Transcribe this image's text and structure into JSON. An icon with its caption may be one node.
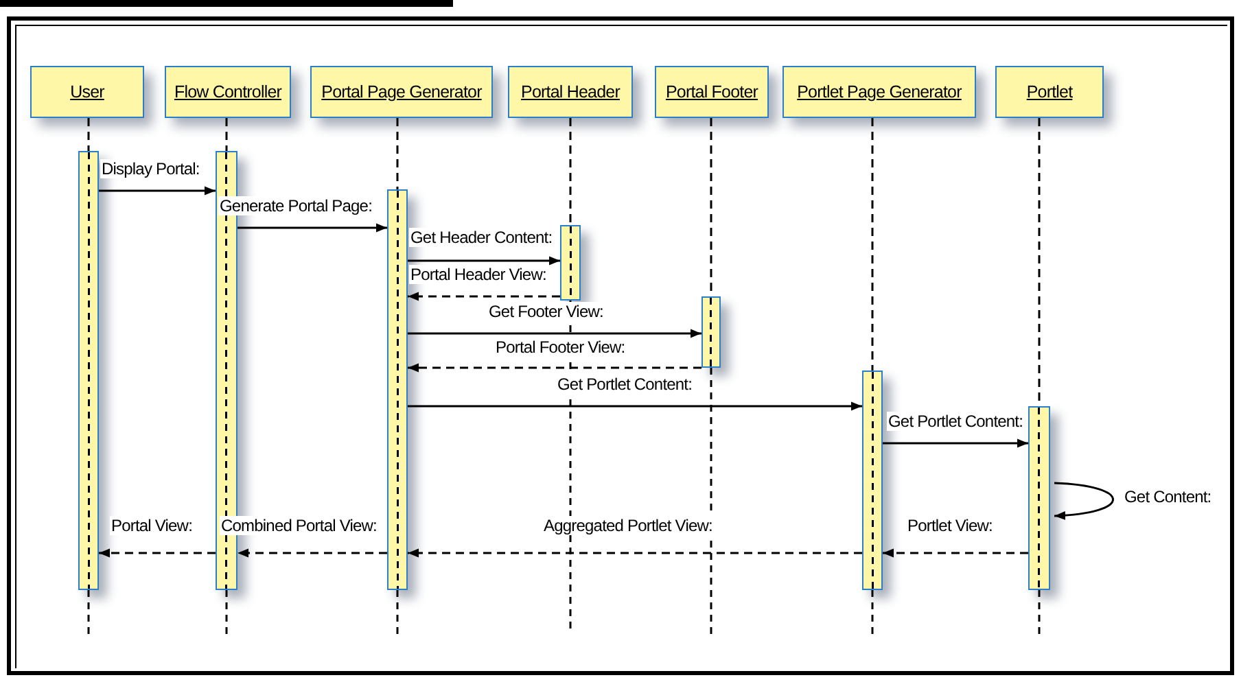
{
  "diagram": {
    "nodes": [
      {
        "text": [
          "User"
        ]
      },
      {
        "text": [
          "Flow Controller"
        ]
      },
      {
        "text": [
          "Portal Page Generator"
        ]
      },
      {
        "text": [
          "Portal Header"
        ]
      },
      {
        "text": [
          "Portal Footer"
        ]
      },
      {
        "text": [
          "Portlet Page Generator"
        ]
      },
      {
        "text": [
          "Portlet"
        ]
      },
      {
        "text": [],
        "shape": "bar"
      },
      {
        "text": [],
        "shape": "bar"
      },
      {
        "text": [],
        "shape": "bar"
      },
      {
        "text": [],
        "shape": "bar"
      },
      {
        "text": [],
        "shape": "bar"
      },
      {
        "text": [],
        "shape": "bar"
      },
      {
        "text": [],
        "shape": "bar"
      }
    ],
    "edges": [
      {
        "from": 7,
        "to": 8,
        "arrow": "to",
        "label": "Display Portal:"
      },
      {
        "from": 8,
        "to": 9,
        "arrow": "to",
        "label": "Generate Portal Page:"
      },
      {
        "from": 9,
        "to": 10,
        "arrow": "to",
        "label": "Get Header Content:"
      },
      {
        "from": 10,
        "to": 9,
        "arrow": "to",
        "label": "Portal Header View:",
        "style": "dashed"
      },
      {
        "from": 9,
        "to": 11,
        "arrow": "to",
        "label": "Get Footer View:"
      },
      {
        "from": 11,
        "to": 9,
        "arrow": "to",
        "label": "Portal Footer View:",
        "style": "dashed"
      },
      {
        "from": 9,
        "to": 12,
        "arrow": "to",
        "label": "Get Portlet Content:"
      },
      {
        "from": 12,
        "to": 13,
        "arrow": "to",
        "label": "Get Portlet Content:"
      },
      {
        "from": 13,
        "to": 13,
        "arrow": "to",
        "label": "Get Content:"
      },
      {
        "from": 13,
        "to": 12,
        "arrow": "to",
        "label": "Portlet View:",
        "style": "dashed"
      },
      {
        "from": 12,
        "to": 9,
        "arrow": "to",
        "label": "Aggregated Portlet View:",
        "style": "dashed"
      },
      {
        "from": 9,
        "to": 8,
        "arrow": "to",
        "label": "Combined Portal View:",
        "style": "dashed"
      },
      {
        "from": 8,
        "to": 7,
        "arrow": "to",
        "label": "Portal View:",
        "style": "dashed"
      },
      {
        "from": 0,
        "to": 7,
        "arrow": "none",
        "style": "dashed"
      },
      {
        "from": 1,
        "to": 8,
        "arrow": "none",
        "style": "dashed"
      },
      {
        "from": 2,
        "to": 9,
        "arrow": "none",
        "style": "dashed"
      },
      {
        "from": 3,
        "to": 10,
        "arrow": "none",
        "style": "dashed"
      },
      {
        "from": 4,
        "to": 11,
        "arrow": "none",
        "style": "dashed"
      },
      {
        "from": 5,
        "to": 12,
        "arrow": "none",
        "style": "dashed"
      },
      {
        "from": 6,
        "to": 13,
        "arrow": "none",
        "style": "dashed"
      }
    ]
  }
}
